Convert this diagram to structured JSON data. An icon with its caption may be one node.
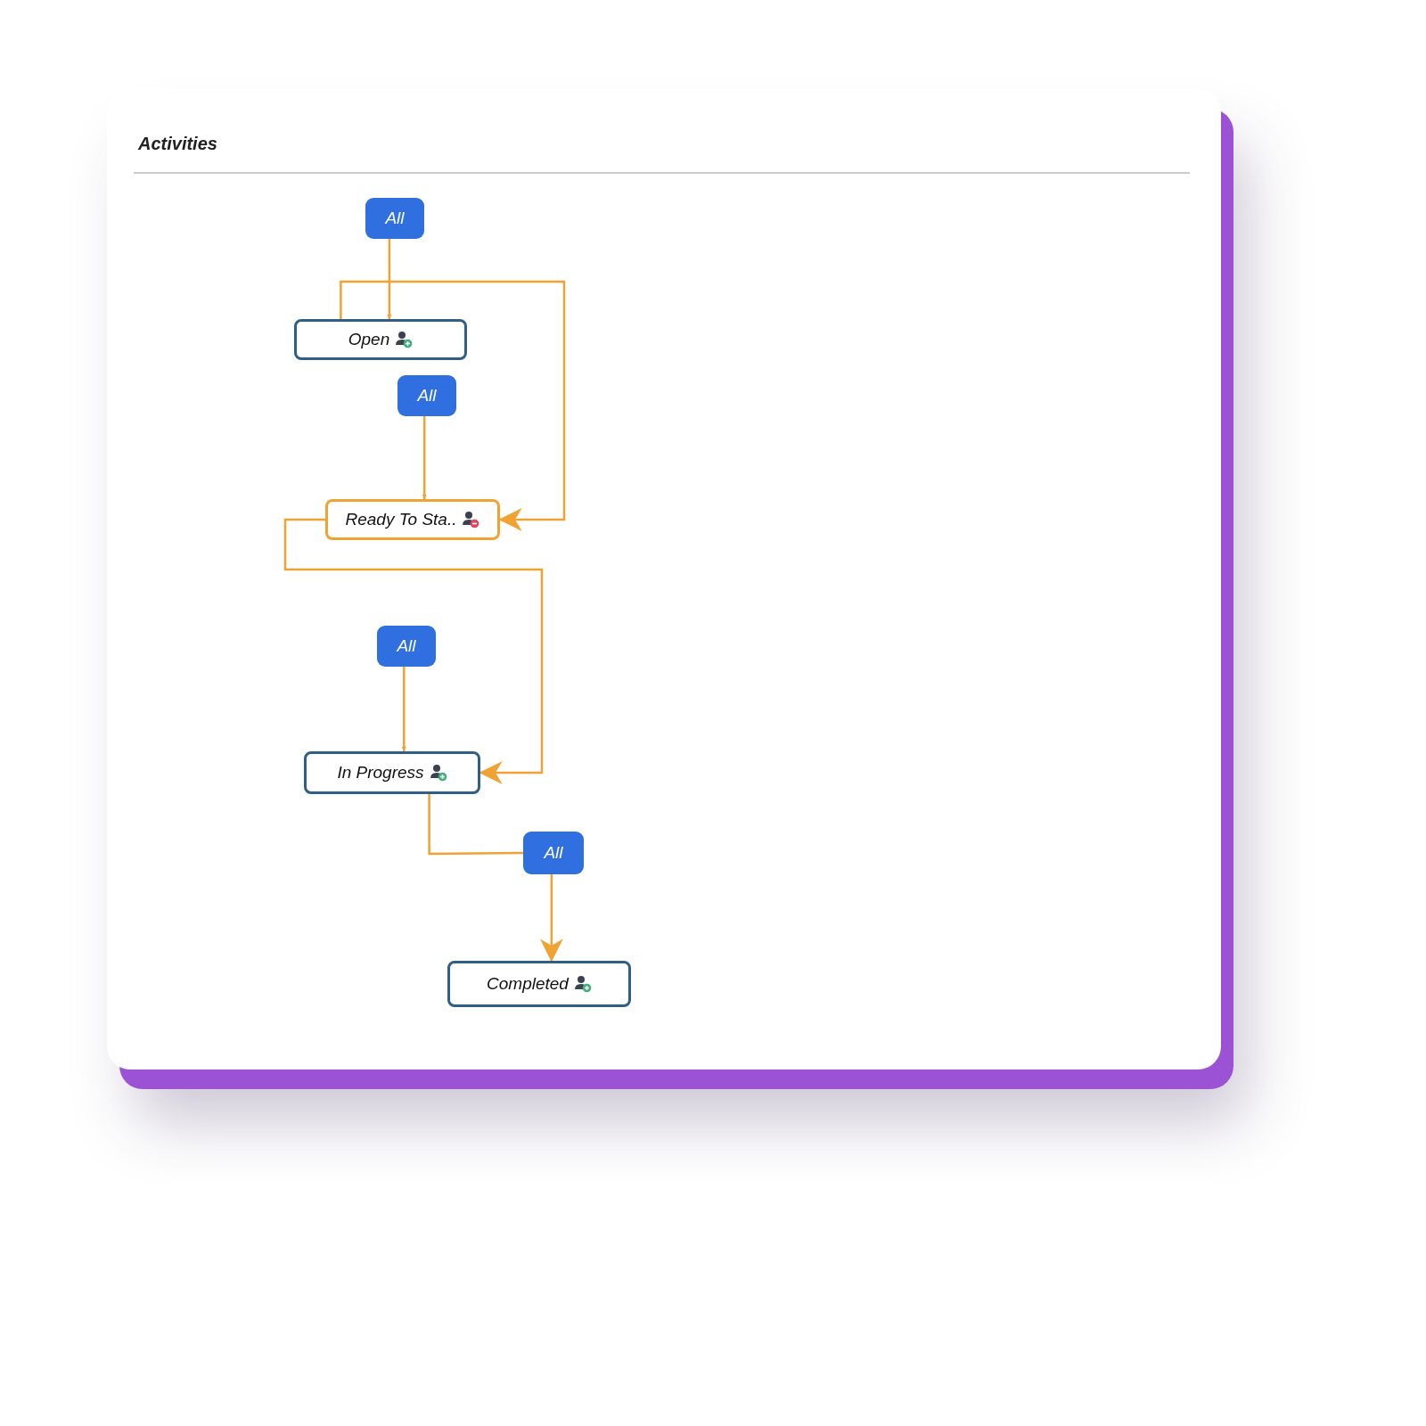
{
  "diagram": {
    "title": "Activities",
    "nodes": [
      {
        "text": [
          "All"
        ]
      },
      {
        "text": [
          "Open"
        ]
      },
      {
        "text": [
          "All"
        ]
      },
      {
        "text": [
          "Ready To Sta.."
        ]
      },
      {
        "text": [
          "All"
        ]
      },
      {
        "text": [
          "In Progress"
        ]
      },
      {
        "text": [
          "All"
        ]
      },
      {
        "text": [
          "Completed"
        ]
      }
    ],
    "edges": [
      {
        "from": 0,
        "to": 1,
        "arrow": "to"
      },
      {
        "from": 1,
        "to": 3,
        "arrow": "to"
      },
      {
        "from": 2,
        "to": 3,
        "arrow": "to"
      },
      {
        "from": 3,
        "to": 5,
        "arrow": "to"
      },
      {
        "from": 4,
        "to": 5,
        "arrow": "to"
      },
      {
        "from": 5,
        "to": 6,
        "arrow": "none"
      },
      {
        "from": 6,
        "to": 7,
        "arrow": "to"
      }
    ]
  }
}
